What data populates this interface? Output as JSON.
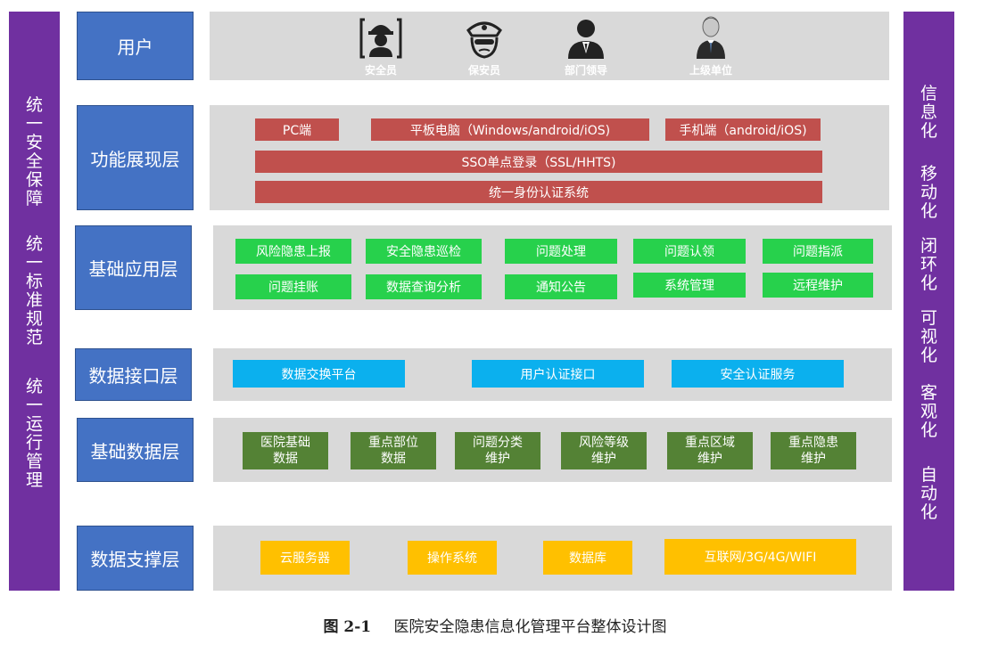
{
  "left_side": {
    "groups": [
      [
        "统",
        "一",
        "安",
        "全",
        "保",
        "障"
      ],
      [
        "统",
        "一",
        "标",
        "准",
        "规",
        "范"
      ],
      [
        "统",
        "一",
        "运",
        "行",
        "管",
        "理"
      ]
    ]
  },
  "right_side": {
    "groups": [
      [
        "信",
        "息",
        "化"
      ],
      [
        "移",
        "动",
        "化"
      ],
      [
        "闭",
        "环",
        "化"
      ],
      [
        "可",
        "视",
        "化"
      ],
      [
        "客",
        "观",
        "化"
      ],
      [
        "自",
        "动",
        "化"
      ]
    ]
  },
  "layers": {
    "user": "用户",
    "presentation": "功能展现层",
    "application": "基础应用层",
    "interface": "数据接口层",
    "data": "基础数据层",
    "support": "数据支撑层"
  },
  "users": [
    {
      "label": "安全员",
      "icon": "safety-officer-icon"
    },
    {
      "label": "保安员",
      "icon": "security-guard-icon"
    },
    {
      "label": "部门领导",
      "icon": "department-leader-icon"
    },
    {
      "label": "上级单位",
      "icon": "superior-unit-icon"
    }
  ],
  "presentation": {
    "pc": "PC端",
    "tablet": "平板电脑（Windows/android/iOS)",
    "mobile": "手机端（android/iOS)",
    "sso": "SSO单点登录（SSL/HHTS)",
    "auth": "统一身份认证系统"
  },
  "application": {
    "row1": [
      "风险隐患上报",
      "安全隐患巡检",
      "问题处理",
      "问题认领",
      "问题指派"
    ],
    "row2": [
      "问题挂账",
      "数据查询分析",
      "通知公告",
      "系统管理",
      "远程维护"
    ]
  },
  "interface": [
    "数据交换平台",
    "用户认证接口",
    "安全认证服务"
  ],
  "data_layer": [
    [
      "医院基础",
      "数据"
    ],
    [
      "重点部位",
      "数据"
    ],
    [
      "问题分类",
      "维护"
    ],
    [
      "风险等级",
      "维护"
    ],
    [
      "重点区域",
      "维护"
    ],
    [
      "重点隐患",
      "维护"
    ]
  ],
  "support": [
    "云服务器",
    "操作系统",
    "数据库",
    "互联网/3G/4G/WIFI"
  ],
  "caption": {
    "number": "图 2-1",
    "title": "医院安全隐患信息化管理平台整体设计图"
  },
  "colors": {
    "side_bar": "#7030a0",
    "layer_label": "#4472c4",
    "band": "#d9d9d9",
    "presentation_box": "#c0504d",
    "application_box": "#27d14c",
    "interface_box": "#0bb0ee",
    "data_box": "#548235",
    "support_box": "#ffc000"
  }
}
